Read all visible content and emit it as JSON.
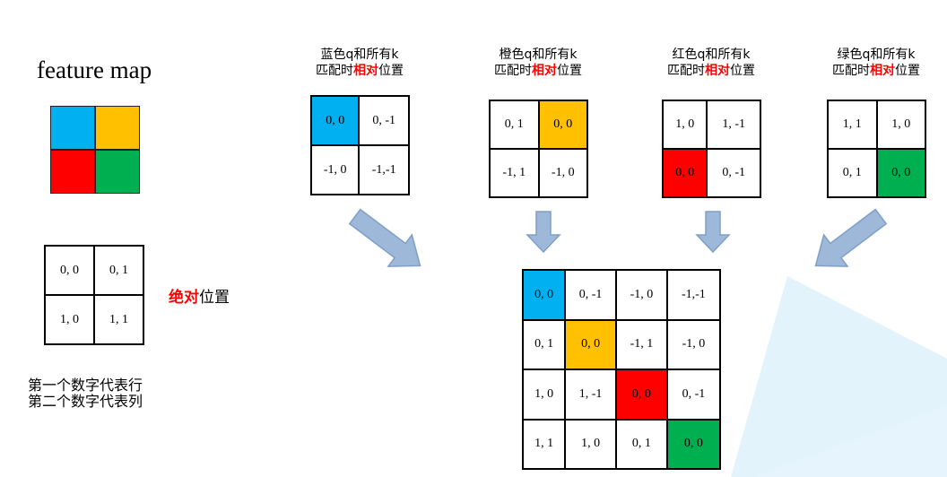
{
  "feature_map": {
    "title": "feature map",
    "colors": [
      "#00b0f0",
      "#ffc000",
      "#ff0000",
      "#00b050"
    ]
  },
  "absolute": {
    "cells": [
      [
        "0, 0",
        "0, 1"
      ],
      [
        "1, 0",
        "1, 1"
      ]
    ],
    "label_bold": "绝对",
    "label_rest": "位置"
  },
  "note": {
    "line1": "第一个数字代表行",
    "line2": "第二个数字代表列"
  },
  "panels": [
    {
      "line1": "蓝色q和所有k",
      "line2_a": "匹配时",
      "line2_b": "相对",
      "line2_c": "位置",
      "cells": [
        [
          "0, 0",
          "0, -1"
        ],
        [
          "-1, 0",
          "-1,-1"
        ]
      ],
      "highlight_color": "#00b0f0"
    },
    {
      "line1": "橙色q和所有k",
      "line2_a": "匹配时",
      "line2_b": "相对",
      "line2_c": "位置",
      "cells": [
        [
          "0, 1",
          "0, 0"
        ],
        [
          "-1, 1",
          "-1, 0"
        ]
      ],
      "highlight_color": "#ffc000"
    },
    {
      "line1": "红色q和所有k",
      "line2_a": "匹配时",
      "line2_b": "相对",
      "line2_c": "位置",
      "cells": [
        [
          "1, 0",
          "1, -1"
        ],
        [
          "0, 0",
          "0, -1"
        ]
      ],
      "highlight_color": "#ff0000"
    },
    {
      "line1": "绿色q和所有k",
      "line2_a": "匹配时",
      "line2_b": "相对",
      "line2_c": "位置",
      "cells": [
        [
          "1, 1",
          "1, 0"
        ],
        [
          "0, 1",
          "0, 0"
        ]
      ],
      "highlight_color": "#00b050"
    }
  ],
  "big_table": {
    "rows": [
      [
        "0, 0",
        "0, -1",
        "-1, 0",
        "-1,-1"
      ],
      [
        "0, 1",
        "0, 0",
        "-1, 1",
        "-1, 0"
      ],
      [
        "1, 0",
        "1, -1",
        "0, 0",
        "0, -1"
      ],
      [
        "1, 1",
        "1, 0",
        "0, 1",
        "0, 0"
      ]
    ],
    "highlight_colors": [
      "#00b0f0",
      "#ffc000",
      "#ff0000",
      "#00b050"
    ]
  },
  "arrow_color": "#9db8d9"
}
